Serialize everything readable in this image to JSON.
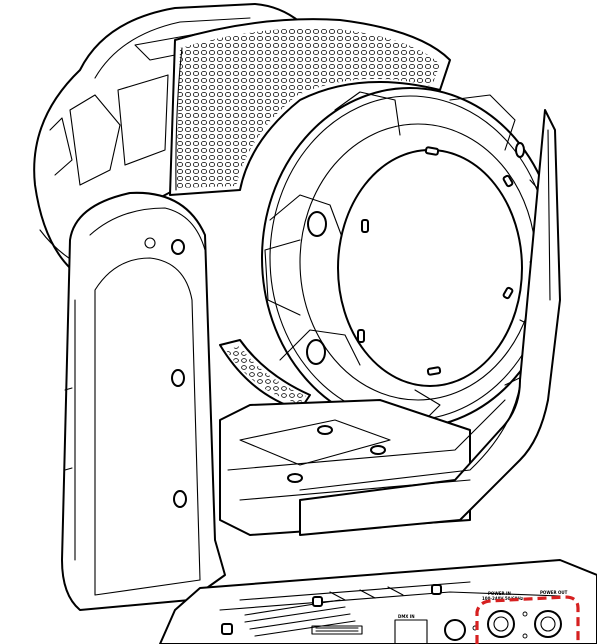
{
  "diagram": {
    "highlight_color": "#d62020",
    "line_color": "#000000",
    "background": "#ffffff"
  },
  "rear_panel": {
    "dmx_label": "DMX IN",
    "power_in_label": "POWER IN",
    "power_in_sub": "100-240V 50/60Hz",
    "power_out_label": "POWER OUT"
  }
}
